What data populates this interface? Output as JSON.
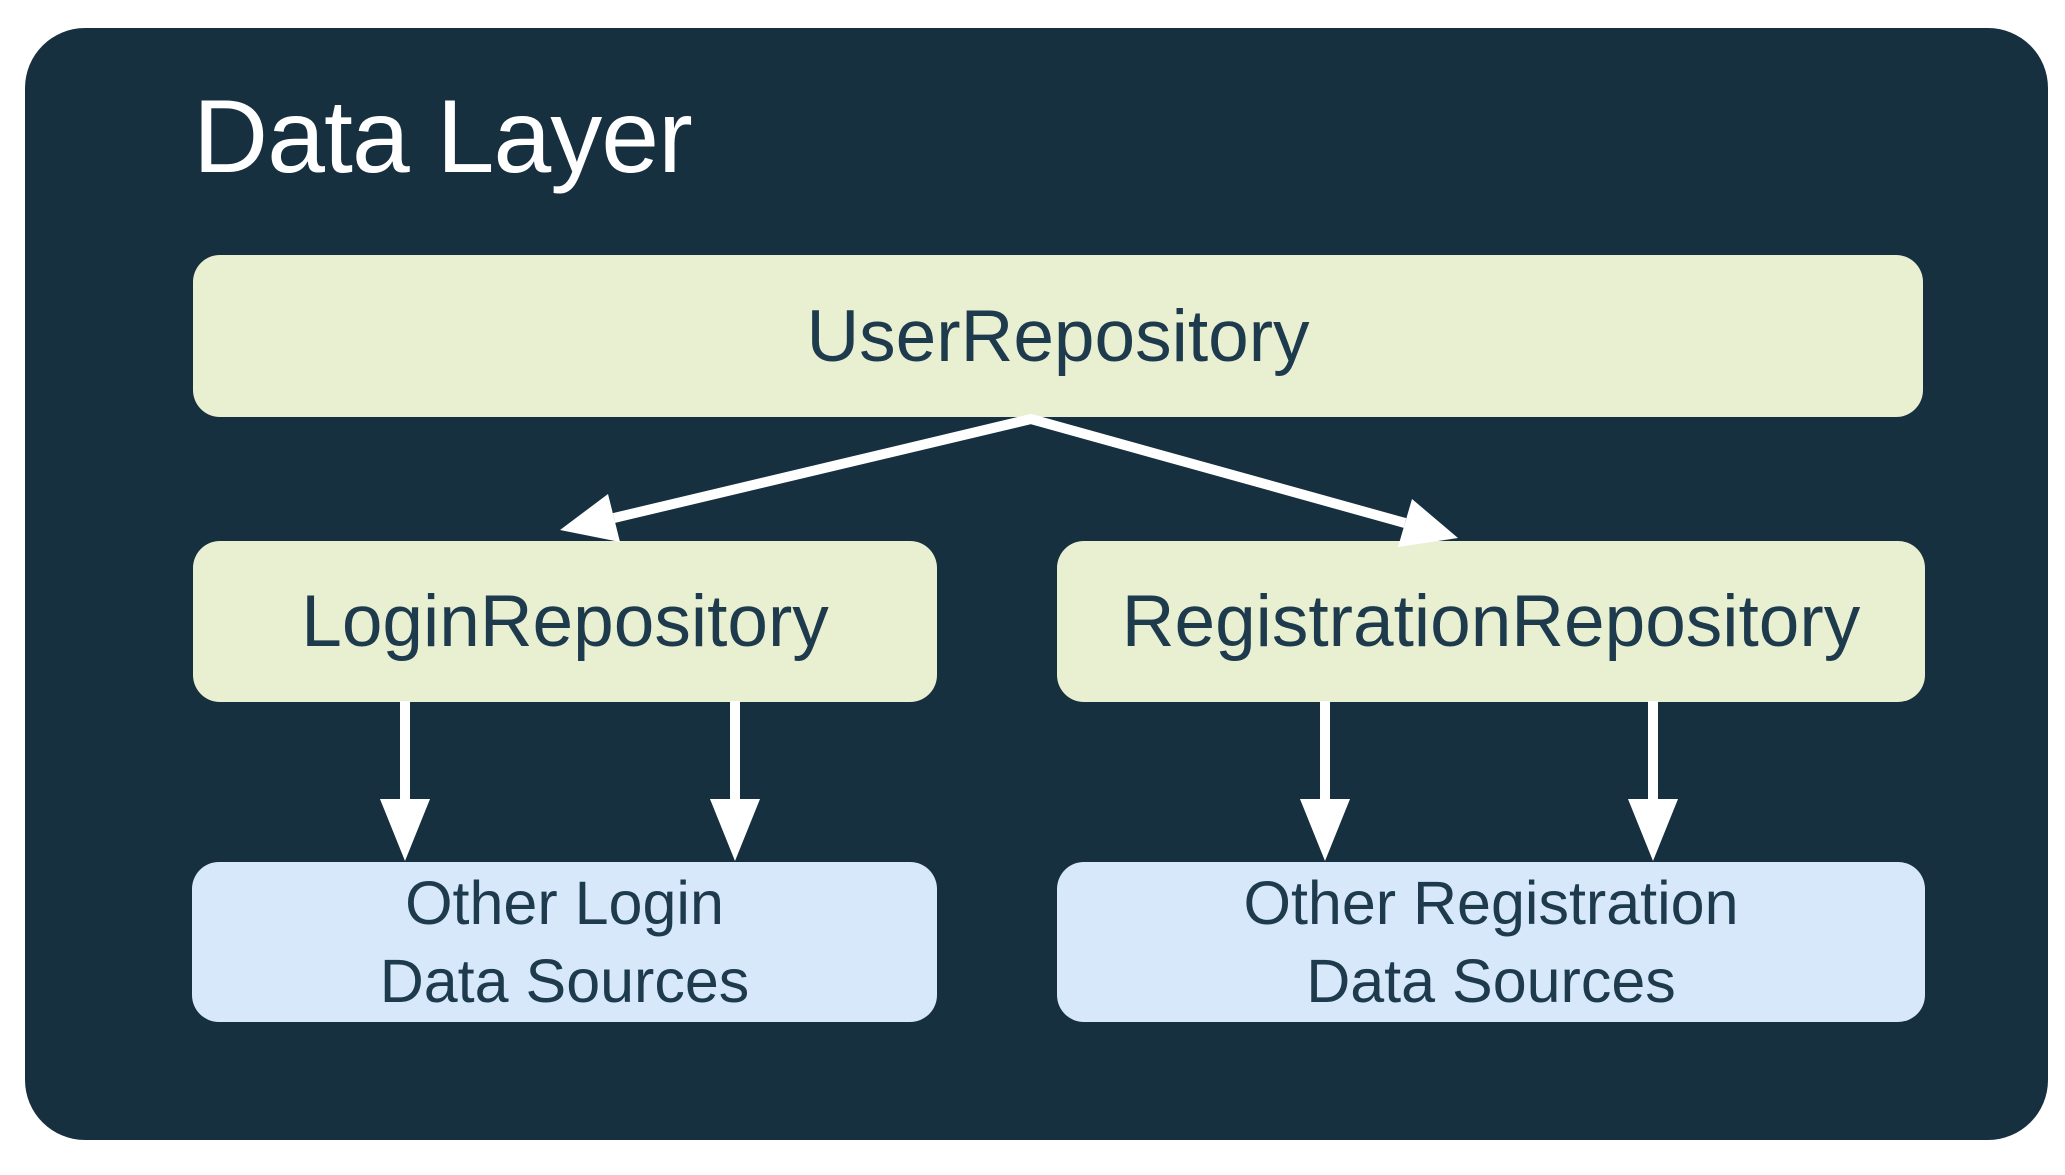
{
  "title": "Data Layer",
  "colors": {
    "page_bg": "#FFFFFF",
    "container_bg": "#173040",
    "repository_box_bg": "#E9F0D1",
    "data_source_box_bg": "#D8E8FB",
    "box_text": "#1E3A4D",
    "title_text": "#FFFFFF",
    "arrow": "#FFFFFF"
  },
  "nodes": {
    "user_repository": {
      "label": "UserRepository"
    },
    "login_repository": {
      "label": "LoginRepository"
    },
    "registration_repository": {
      "label": "RegistrationRepository"
    },
    "other_login_data_sources": {
      "lines": [
        "Other Login",
        "Data Sources"
      ]
    },
    "other_registration_data_sources": {
      "lines": [
        "Other Registration",
        "Data Sources"
      ]
    }
  },
  "edges": [
    {
      "from": "UserRepository",
      "to": "LoginRepository"
    },
    {
      "from": "UserRepository",
      "to": "RegistrationRepository"
    },
    {
      "from": "LoginRepository",
      "to": "Other Login Data Sources"
    },
    {
      "from": "LoginRepository",
      "to": "Other Login Data Sources"
    },
    {
      "from": "RegistrationRepository",
      "to": "Other Registration Data Sources"
    },
    {
      "from": "RegistrationRepository",
      "to": "Other Registration Data Sources"
    }
  ]
}
